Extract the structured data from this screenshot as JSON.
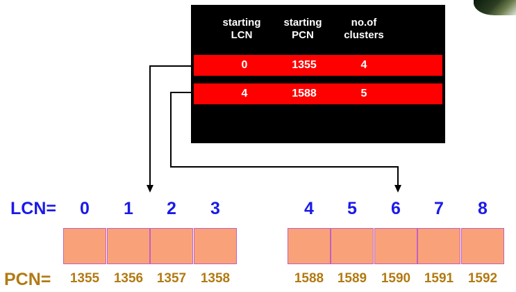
{
  "table": {
    "headers": [
      {
        "line1": "starting",
        "line2": "LCN"
      },
      {
        "line1": "starting",
        "line2": "PCN"
      },
      {
        "line1": "no.of",
        "line2": "clusters"
      }
    ],
    "rows": [
      {
        "lcn": "0",
        "pcn": "1355",
        "clusters": "4"
      },
      {
        "lcn": "4",
        "pcn": "1588",
        "clusters": "5"
      }
    ]
  },
  "lcn_label": "LCN=",
  "pcn_label": "PCN=",
  "lcn_values": [
    "0",
    "1",
    "2",
    "3",
    "4",
    "5",
    "6",
    "7",
    "8"
  ],
  "pcn_values": [
    "1355",
    "1356",
    "1357",
    "1358",
    "1588",
    "1589",
    "1590",
    "1591",
    "1592"
  ],
  "colors": {
    "table_bg": "#000000",
    "row_highlight": "#ff0000",
    "lcn_text": "#1a1ae8",
    "pcn_text": "#b27a12",
    "cluster_fill": "#f9a27a",
    "cluster_border": "#c060c0"
  }
}
